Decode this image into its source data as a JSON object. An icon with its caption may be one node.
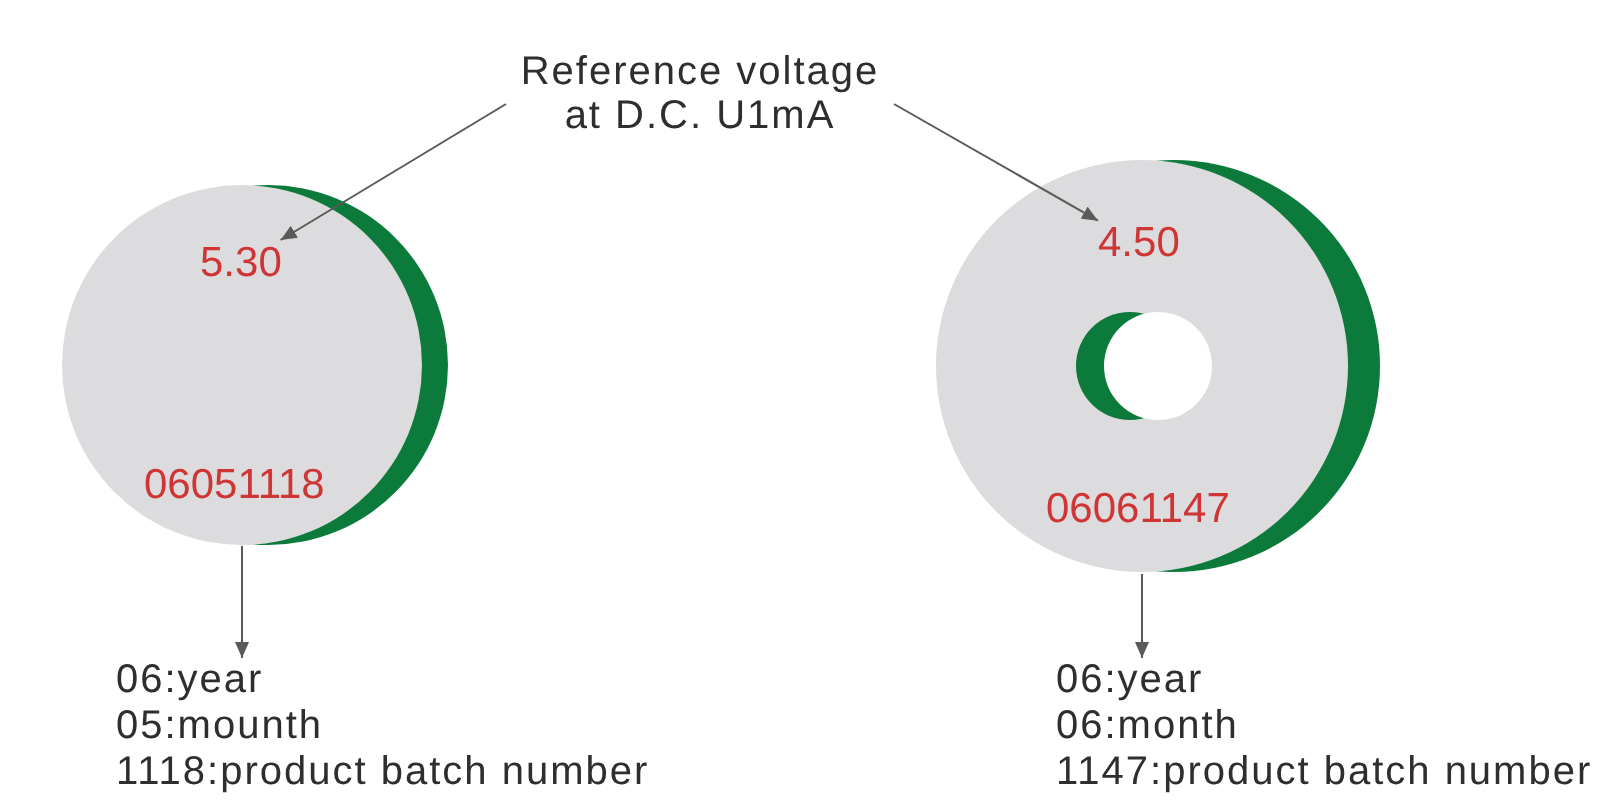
{
  "diagram": {
    "nodes": [
      {
        "text": [
          "Reference voltage at D.C. U1mA"
        ]
      },
      {
        "text": [
          "06051118"
        ]
      },
      {
        "text": [
          "5.30"
        ],
        "in": 1
      },
      {
        "text": [
          "06061147"
        ]
      },
      {
        "text": [
          "4.50"
        ],
        "in": 3
      },
      {
        "text": [
          "06:year",
          "05:mounth",
          "1118:product batch number"
        ]
      },
      {
        "text": [
          "06:year",
          "06:month",
          "1147:product batch number"
        ]
      }
    ],
    "edges": [
      {
        "from": 0,
        "to": 2,
        "arrow": "to"
      },
      {
        "from": 0,
        "to": 4,
        "arrow": "to"
      },
      {
        "from": 1,
        "to": 5,
        "arrow": "to"
      },
      {
        "from": 3,
        "to": 6,
        "arrow": "to"
      }
    ]
  }
}
